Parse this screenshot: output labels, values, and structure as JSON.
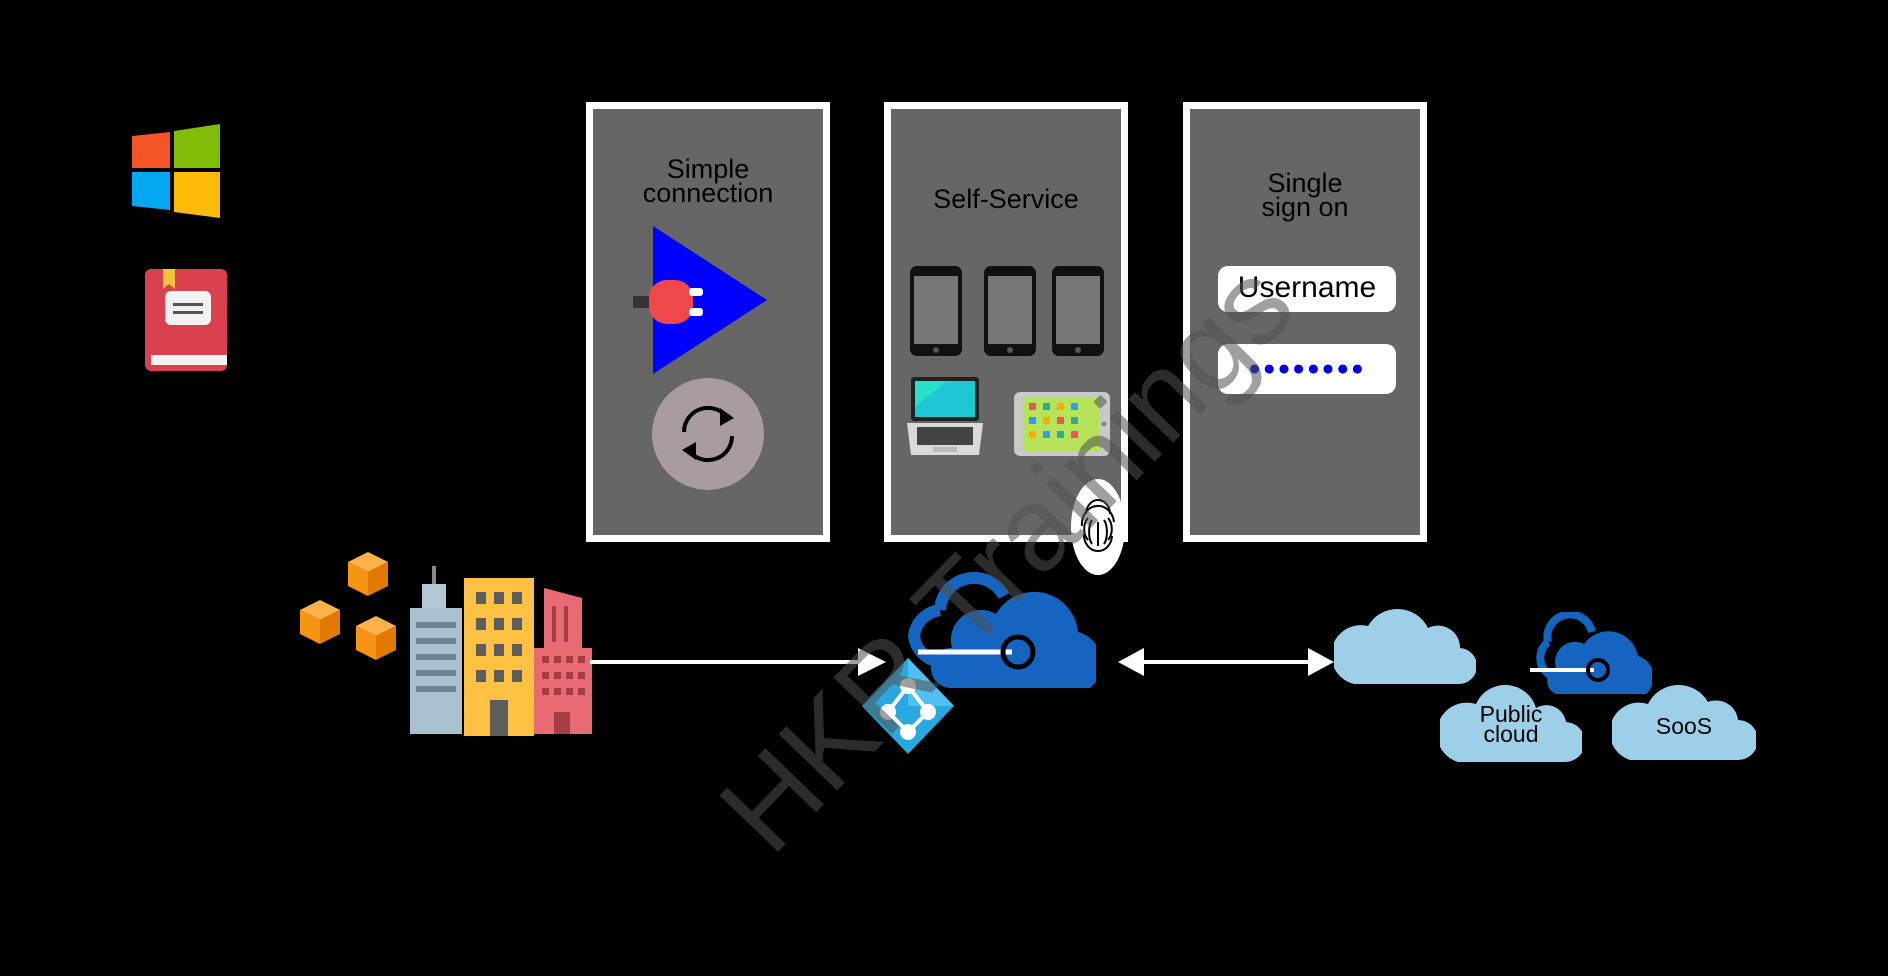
{
  "panels": {
    "simple_connection": {
      "title": "Simple\nconnection"
    },
    "self_service": {
      "title": "Self-Service"
    },
    "single_sign_on": {
      "title": "Single\nsign on",
      "username_field": "Username",
      "password_mask": "●●●●●●●●"
    }
  },
  "clouds": {
    "public_cloud": "Public\ncloud",
    "saas": "SooS"
  },
  "watermark": "HKR Trainings",
  "colors": {
    "background": "#000000",
    "panel": "#666666",
    "azure_blue": "#1565c0",
    "light_cloud": "#9ecfe8",
    "plug_triangle": "#0000ff"
  }
}
